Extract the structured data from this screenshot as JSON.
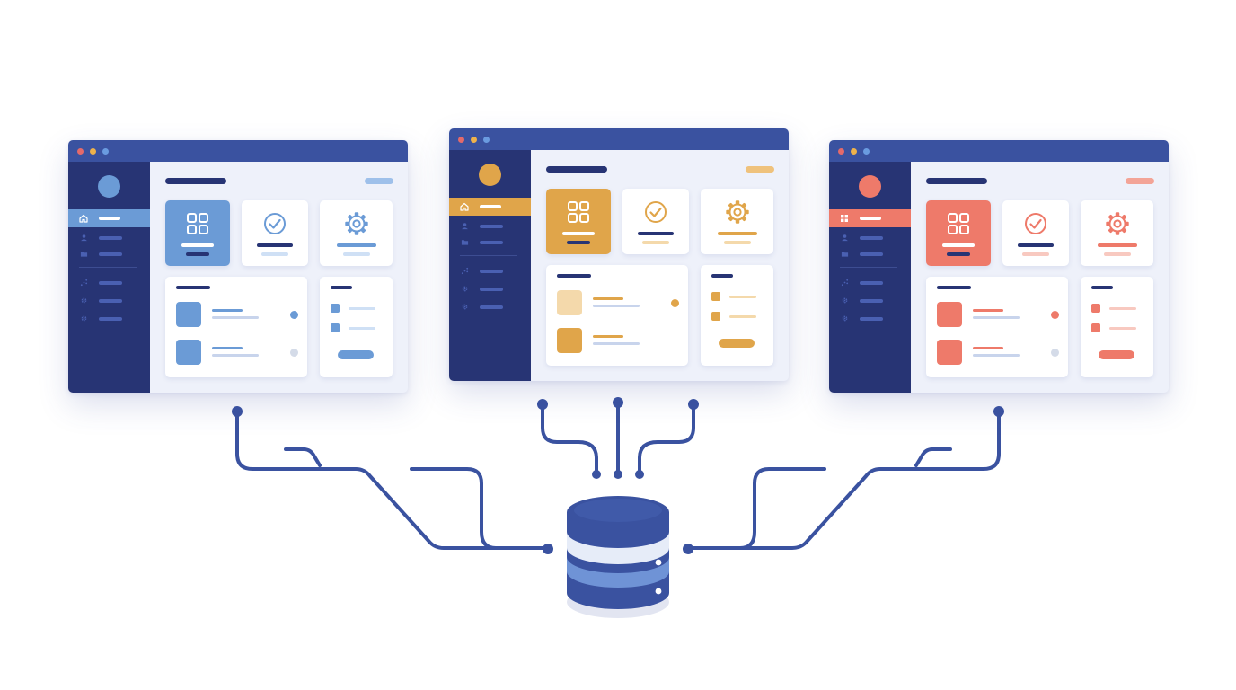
{
  "diagram": {
    "windows": [
      {
        "theme": "blue",
        "accent": "#6b9bd6",
        "accent_soft": "#9ec0ea",
        "accent_pale": "#cfe0f5",
        "muted_dot": "#d4dbe8",
        "nav_icons": [
          "home-icon",
          "user-icon",
          "folder-icon",
          "chart-icon",
          "gear-icon",
          "gear-icon"
        ]
      },
      {
        "theme": "amber",
        "accent": "#e0a54a",
        "accent_soft": "#efc27c",
        "accent_pale": "#f4d9ab",
        "muted_dot": "#e0a54a",
        "nav_icons": [
          "home-icon",
          "user-icon",
          "folder-icon",
          "chart-icon",
          "gear-icon",
          "gear-icon"
        ]
      },
      {
        "theme": "coral",
        "accent": "#ee7a6a",
        "accent_soft": "#f3a497",
        "accent_pale": "#f8c9c0",
        "muted_dot": "#d4dbe8",
        "nav_icons": [
          "grid-icon",
          "user-icon",
          "folder-icon",
          "chart-icon",
          "gear-icon",
          "gear-icon"
        ]
      }
    ],
    "card_icons": [
      "grid-icon",
      "check-circle-icon",
      "gear-icon"
    ],
    "central_node": {
      "type": "database",
      "colors": {
        "dark": "#3a52a0",
        "mid": "#6f93d6",
        "light": "#e6ecf8"
      }
    },
    "connector_color": "#3a52a0"
  }
}
